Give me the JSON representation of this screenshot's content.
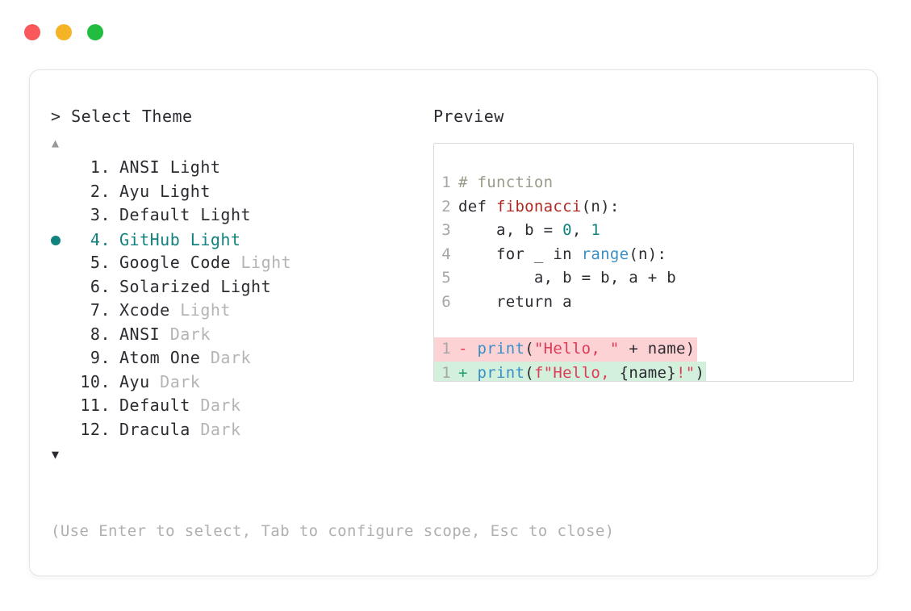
{
  "window": {
    "traffic_lights": [
      {
        "name": "close",
        "color": "#f9595a"
      },
      {
        "name": "minimize",
        "color": "#f5b325"
      },
      {
        "name": "maximize",
        "color": "#22bc40"
      }
    ]
  },
  "selector": {
    "prompt": "> Select Theme",
    "scroll_up_glyph": "▲",
    "scroll_down_glyph": "▼",
    "selected_index": 4,
    "selected_color": "#11827e",
    "items": [
      {
        "num": "1.",
        "name": "ANSI",
        "suffix": "Light",
        "suffix_muted": false,
        "selected": false,
        "bullet": ""
      },
      {
        "num": "2.",
        "name": "Ayu",
        "suffix": "Light",
        "suffix_muted": false,
        "selected": false,
        "bullet": ""
      },
      {
        "num": "3.",
        "name": "Default",
        "suffix": "Light",
        "suffix_muted": false,
        "selected": false,
        "bullet": ""
      },
      {
        "num": "4.",
        "name": "GitHub",
        "suffix": "Light",
        "suffix_muted": false,
        "selected": true,
        "bullet": "●"
      },
      {
        "num": "5.",
        "name": "Google Code",
        "suffix": "Light",
        "suffix_muted": true,
        "selected": false,
        "bullet": ""
      },
      {
        "num": "6.",
        "name": "Solarized",
        "suffix": "Light",
        "suffix_muted": false,
        "selected": false,
        "bullet": ""
      },
      {
        "num": "7.",
        "name": "Xcode",
        "suffix": "Light",
        "suffix_muted": true,
        "selected": false,
        "bullet": ""
      },
      {
        "num": "8.",
        "name": "ANSI",
        "suffix": "Dark",
        "suffix_muted": true,
        "selected": false,
        "bullet": ""
      },
      {
        "num": "9.",
        "name": "Atom One",
        "suffix": "Dark",
        "suffix_muted": true,
        "selected": false,
        "bullet": ""
      },
      {
        "num": "10.",
        "name": "Ayu",
        "suffix": "Dark",
        "suffix_muted": true,
        "selected": false,
        "bullet": ""
      },
      {
        "num": "11.",
        "name": "Default",
        "suffix": "Dark",
        "suffix_muted": true,
        "selected": false,
        "bullet": ""
      },
      {
        "num": "12.",
        "name": "Dracula",
        "suffix": "Dark",
        "suffix_muted": true,
        "selected": false,
        "bullet": ""
      }
    ],
    "hint": "(Use Enter to select, Tab to configure scope, Esc to close)"
  },
  "preview": {
    "title": "Preview",
    "code_lines": [
      {
        "n": "1",
        "tokens": [
          {
            "t": "# function",
            "c": "comment"
          }
        ]
      },
      {
        "n": "2",
        "tokens": [
          {
            "t": "def ",
            "c": "plain"
          },
          {
            "t": "fibonacci",
            "c": "func"
          },
          {
            "t": "(n):",
            "c": "plain"
          }
        ]
      },
      {
        "n": "3",
        "tokens": [
          {
            "t": "    a, b = ",
            "c": "plain"
          },
          {
            "t": "0",
            "c": "num"
          },
          {
            "t": ", ",
            "c": "plain"
          },
          {
            "t": "1",
            "c": "num"
          }
        ]
      },
      {
        "n": "4",
        "tokens": [
          {
            "t": "    for _ in ",
            "c": "plain"
          },
          {
            "t": "range",
            "c": "builtin"
          },
          {
            "t": "(n):",
            "c": "plain"
          }
        ]
      },
      {
        "n": "5",
        "tokens": [
          {
            "t": "        a, b = b, a + b",
            "c": "plain"
          }
        ]
      },
      {
        "n": "6",
        "tokens": [
          {
            "t": "    return a",
            "c": "plain"
          }
        ]
      }
    ],
    "diff_lines": [
      {
        "n": "1",
        "kind": "del",
        "marker": "-",
        "bg": "#fdd2d4",
        "tokens": [
          {
            "t": "print",
            "c": "builtin"
          },
          {
            "t": "(",
            "c": "plain"
          },
          {
            "t": "\"Hello, \"",
            "c": "str"
          },
          {
            "t": " + name)",
            "c": "plain"
          }
        ]
      },
      {
        "n": "1",
        "kind": "add",
        "marker": "+",
        "bg": "#d2f0dc",
        "tokens": [
          {
            "t": "print",
            "c": "builtin"
          },
          {
            "t": "(",
            "c": "plain"
          },
          {
            "t": "f\"Hello, ",
            "c": "str"
          },
          {
            "t": "{name}",
            "c": "plain"
          },
          {
            "t": "!\"",
            "c": "str"
          },
          {
            "t": ")",
            "c": "plain"
          }
        ]
      }
    ]
  }
}
